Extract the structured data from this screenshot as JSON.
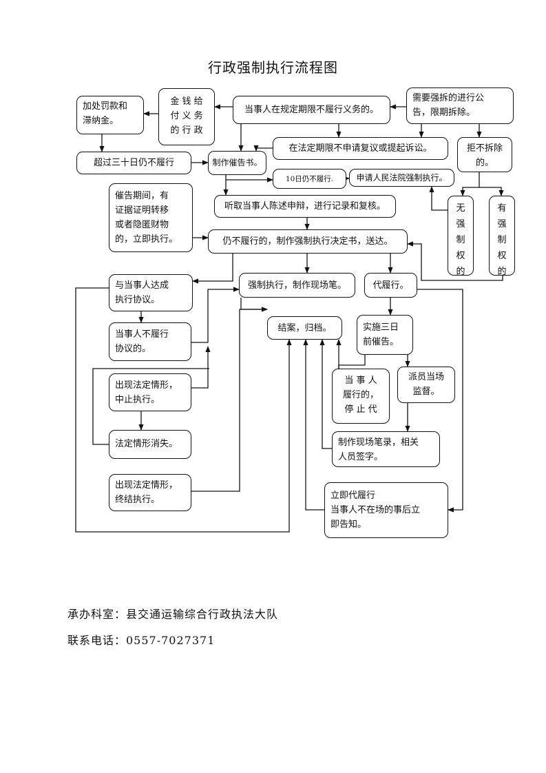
{
  "title": "行政强制执行流程图",
  "nodes": {
    "fine": "加处罚款和\n滞纳金。",
    "money": "金 钱 给\n付 义 务\n的 行 政",
    "fail": "当事人在规定期限不履行义务的。",
    "demolish_notice": "需要强拆的进行公\n告，限期拆除。",
    "no_review": "在法定期限不申请复议或提起诉讼。",
    "refuse": "拒不拆除\n的。",
    "thirty_days": "超过三十日仍不履行",
    "urge": "制作催告书。",
    "ten_days": "10日仍不履行.",
    "apply_court": "申请人民法院强制执行。",
    "hear": "听取当事人陈述申辩，进行记录和复核。",
    "evidence": "催告期间，有\n证据证明转移\n或者隐匿财物\n的，立即执行。",
    "no_power": "无\n强\n制\n权\n的",
    "has_power": "有\n强\n制\n权\n的",
    "decision": "仍不履行的，制作强制执行决定书，送达。",
    "agreement": "与当事人达成\n执行协议。",
    "enforce": "强制执行，制作现场笔。",
    "substitute": "代履行。",
    "breach": "当事人不履行\n协议的。",
    "close": "结案，归档。",
    "three_days": "实施三日\n前催告。",
    "suspend": "出现法定情形，\n中止执行。",
    "complied": "当 事 人\n履行的，\n停 止 代",
    "supervise": "派员当场\n监督。",
    "vanish": "法定情形消失。",
    "record": "制作现场笔录，相关\n人员签字。",
    "terminate": "出现法定情形，\n终结执行。",
    "immediate": "立即代履行\n当事人不在场的事后立\n即告知。"
  },
  "footer": {
    "dept": "承办科室：县交通运输综合行政执法大队",
    "phone": "联系电话：0557-7027371"
  }
}
